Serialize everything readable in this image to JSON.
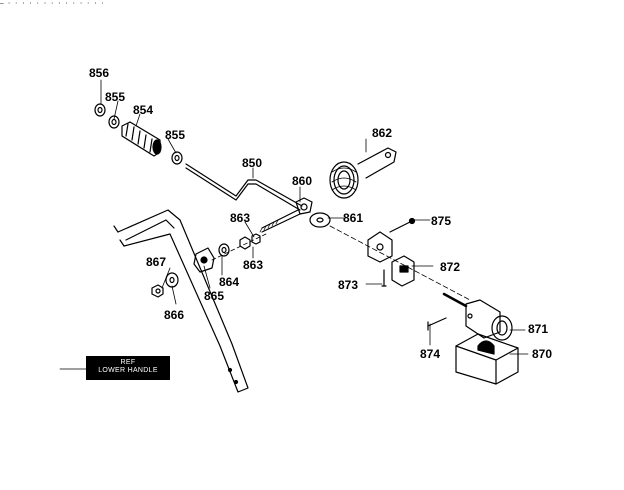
{
  "header_fragment": "—     ·         ·  ·  ·  ·  ·     ·  ·   ·  ·  ·     · ·  ·",
  "ref_box": {
    "line1": "REF",
    "line2": "LOWER HANDLE"
  },
  "parts": [
    {
      "id": "856",
      "text": "856"
    },
    {
      "id": "855a",
      "text": "855"
    },
    {
      "id": "854",
      "text": "854"
    },
    {
      "id": "855b",
      "text": "855"
    },
    {
      "id": "850",
      "text": "850"
    },
    {
      "id": "860",
      "text": "860"
    },
    {
      "id": "862",
      "text": "862"
    },
    {
      "id": "861",
      "text": "861"
    },
    {
      "id": "875",
      "text": "875"
    },
    {
      "id": "863a",
      "text": "863"
    },
    {
      "id": "863b",
      "text": "863"
    },
    {
      "id": "867",
      "text": "867"
    },
    {
      "id": "866",
      "text": "866"
    },
    {
      "id": "865",
      "text": "865"
    },
    {
      "id": "864",
      "text": "864"
    },
    {
      "id": "872",
      "text": "872"
    },
    {
      "id": "873",
      "text": "873"
    },
    {
      "id": "871",
      "text": "871"
    },
    {
      "id": "874",
      "text": "874"
    },
    {
      "id": "870",
      "text": "870"
    }
  ]
}
